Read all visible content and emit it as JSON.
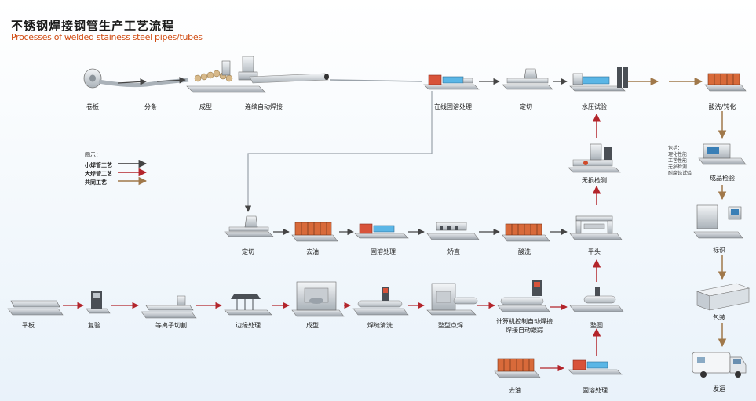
{
  "title_cn": "不锈钢焊接钢管生产工艺流程",
  "title_en": "Processes of welded stainess steel pipes/tubes",
  "legend": {
    "title": "图示：",
    "items": [
      {
        "label": "小焊管工艺",
        "color": "#333333"
      },
      {
        "label": "大焊管工艺",
        "color": "#b3252b"
      },
      {
        "label": "共同工艺",
        "color": "#a0784a"
      }
    ]
  },
  "steps": {
    "coil": "卷板",
    "slit": "分条",
    "form1": "成型",
    "cweld": "连续自动焊接",
    "online_sol": "在线固溶处理",
    "cut1": "定切",
    "hydro": "水压试验",
    "pickle_pass": "酸洗/钝化",
    "final_insp": "成品检验",
    "mark": "标识",
    "pack": "包装",
    "ship": "发运",
    "ndt": "无损检测",
    "flat_end": "平头",
    "cut2": "定切",
    "degrease1": "去油",
    "sol1": "固溶处理",
    "straight": "矫直",
    "pickle": "酸洗",
    "plate": "平板",
    "recheck": "复验",
    "plasma": "等离子切割",
    "edge": "边缘处理",
    "form2": "成型",
    "seam_clean": "焊缝清洗",
    "tack": "整型点焊",
    "cnc_weld_1": "计算机控制自动焊接",
    "cnc_weld_2": "焊接自动跟踪",
    "round": "整圆",
    "degrease2": "去油",
    "sol2": "固溶处理"
  },
  "insp_notes": [
    "包括：",
    "理化性能",
    "工艺性能",
    "无损检测",
    "耐腐蚀试验"
  ]
}
